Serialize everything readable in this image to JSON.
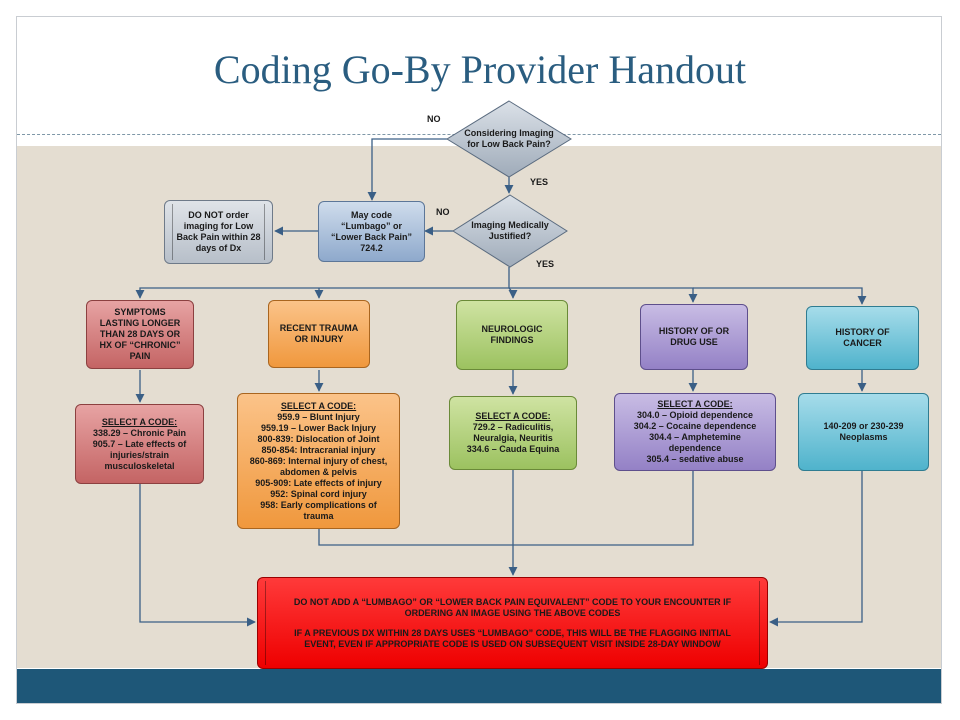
{
  "title": "Coding Go-By Provider Handout",
  "decision1": {
    "text": "Considering Imaging for Low Back Pain?",
    "no_label": "NO",
    "yes_label": "YES"
  },
  "decision2": {
    "text": "Imaging Medically Justified?",
    "no_label": "NO",
    "yes_label": "YES"
  },
  "may_code": "May code “Lumbago” or “Lower Back Pain” 724.2",
  "do_not_order": "DO NOT order imaging for Low Back Pain within 28 days of Dx",
  "categories": [
    {
      "label": "SYMPTOMS LASTING LONGER THAN 28 DAYS OR HX OF “CHRONIC” PAIN",
      "heading": "SELECT A CODE:",
      "codes": [
        "338.29 – Chronic Pain",
        "905.7 – Late effects of injuries/strain musculoskeletal"
      ]
    },
    {
      "label": "RECENT TRAUMA OR INJURY",
      "heading": "SELECT A CODE:",
      "codes": [
        "959.9 – Blunt Injury",
        "959.19 – Lower Back Injury",
        "800-839: Dislocation of Joint",
        "850-854: Intracranial injury",
        "860-869: Internal injury of chest, abdomen & pelvis",
        "905-909: Late effects of injury",
        "952: Spinal cord injury",
        "958: Early complications of trauma"
      ]
    },
    {
      "label": "NEUROLOGIC FINDINGS",
      "heading": "SELECT A CODE:",
      "codes": [
        "729.2 – Radiculitis, Neuralgia, Neuritis",
        "334.6 – Cauda Equina"
      ]
    },
    {
      "label": "HISTORY OF OR DRUG USE",
      "heading": "SELECT A CODE:",
      "codes": [
        "304.0 – Opioid dependence",
        "304.2 – Cocaine dependence",
        "304.4 – Amphetemine dependence",
        "305.4 – sedative abuse"
      ]
    },
    {
      "label": "HISTORY OF CANCER",
      "heading": "",
      "codes": [
        "140-209 or 230-239 Neoplasms"
      ]
    }
  ],
  "bottom_note": {
    "line1": "DO NOT ADD A “LUMBAGO” OR “LOWER BACK PAIN EQUIVALENT” CODE TO YOUR ENCOUNTER IF ORDERING AN IMAGE USING THE ABOVE CODES",
    "line2": "IF A PREVIOUS DX WITHIN 28 DAYS USES “LUMBAGO” CODE, THIS WILL BE THE FLAGGING INITIAL EVENT, EVEN IF APPROPRIATE CODE IS USED ON SUBSEQUENT VISIT INSIDE 28-DAY WINDOW"
  },
  "colors": {
    "title": "#2a5d80",
    "footer": "#1e5778",
    "background": "#e4ddd1",
    "connector": "#3a5f86"
  }
}
